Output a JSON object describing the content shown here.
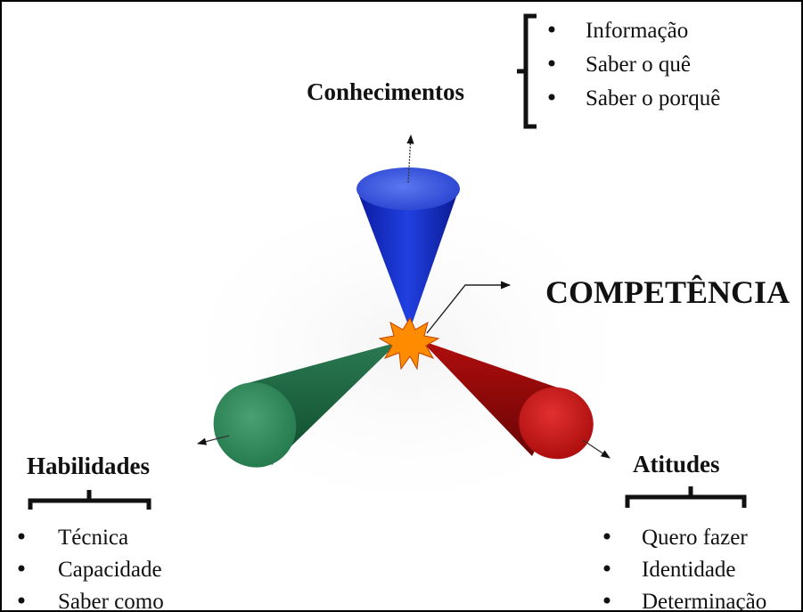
{
  "center": {
    "label": "COMPETÊNCIA"
  },
  "knowledge": {
    "title": "Conhecimentos",
    "items": [
      "Informação",
      "Saber o quê",
      "Saber o porquê"
    ],
    "color": "#1a2fd0"
  },
  "skills": {
    "title": "Habilidades",
    "items": [
      "Técnica",
      "Capacidade",
      "Saber como"
    ],
    "color": "#2e8a5a"
  },
  "attitudes": {
    "title": "Atitudes",
    "items": [
      "Quero fazer",
      "Identidade",
      "Determinação"
    ],
    "color": "#c81818"
  },
  "burst_color": "#ff8c00"
}
